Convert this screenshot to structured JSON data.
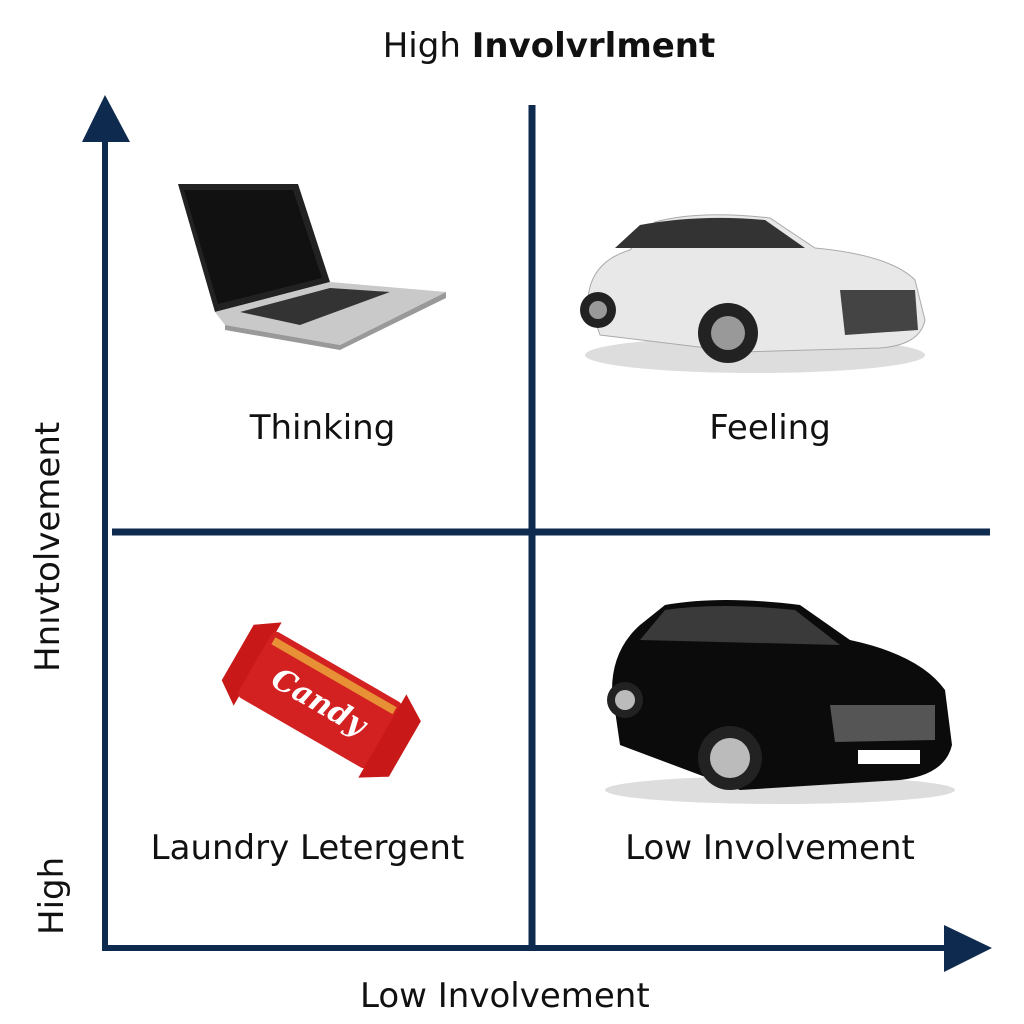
{
  "title": {
    "prefix": "High",
    "bold": "Involvrlment"
  },
  "x_axis_label": "Low Involvement",
  "y_axis_labels": {
    "upper": "Hnıvtolvement",
    "lower": "High"
  },
  "quadrants": [
    {
      "label": "Thinking",
      "image": "laptop-icon"
    },
    {
      "label": "Feeling",
      "image": "white-car-icon"
    },
    {
      "label": "Laundry Letergent",
      "image": "candy-bar-icon",
      "image_text": "Candy"
    },
    {
      "label": "Low Involvement",
      "image": "black-car-icon"
    }
  ],
  "colors": {
    "axis": "#0f2a4f",
    "candy": "#d32020"
  }
}
